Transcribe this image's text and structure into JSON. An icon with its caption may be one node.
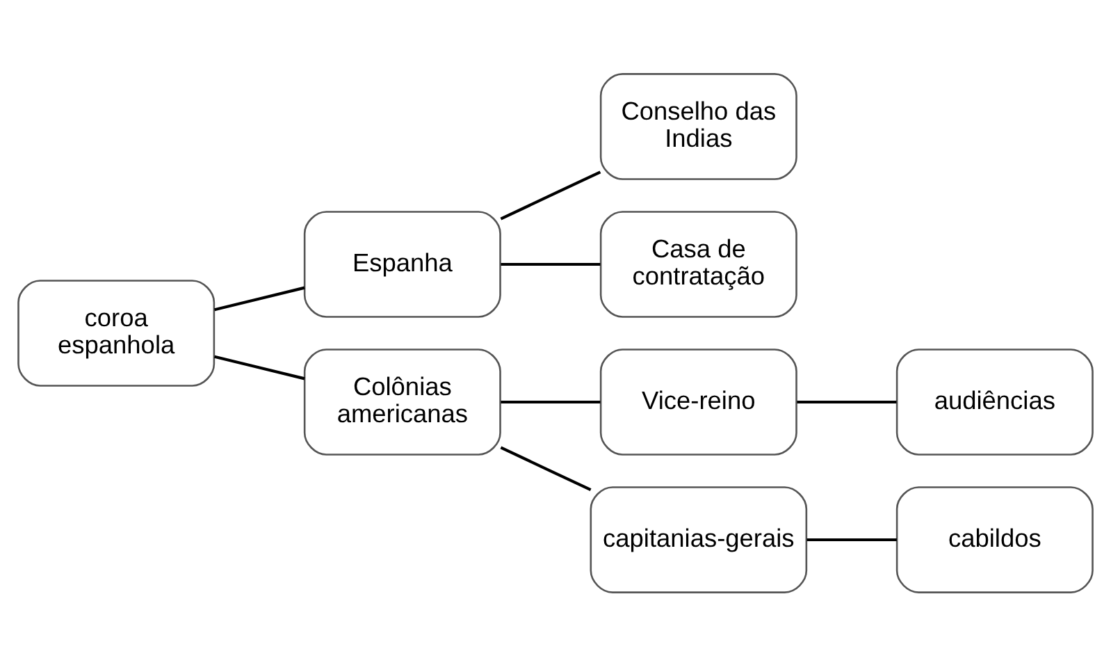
{
  "diagram": {
    "nodes": [
      {
        "text": [
          "coroa espanhola"
        ]
      },
      {
        "text": [
          "Espanha"
        ]
      },
      {
        "text": [
          "Colônias americanas"
        ]
      },
      {
        "text": [
          "Conselho das Indias"
        ]
      },
      {
        "text": [
          "Casa de contratação"
        ]
      },
      {
        "text": [
          "Vice-reino"
        ]
      },
      {
        "text": [
          "capitanias-gerais"
        ]
      },
      {
        "text": [
          "audiências"
        ]
      },
      {
        "text": [
          "cabildos"
        ]
      }
    ],
    "edges": [
      {
        "from": 0,
        "to": 1,
        "arrow": "none"
      },
      {
        "from": 0,
        "to": 2,
        "arrow": "none"
      },
      {
        "from": 1,
        "to": 3,
        "arrow": "none"
      },
      {
        "from": 1,
        "to": 4,
        "arrow": "none"
      },
      {
        "from": 2,
        "to": 5,
        "arrow": "none"
      },
      {
        "from": 2,
        "to": 6,
        "arrow": "none"
      },
      {
        "from": 5,
        "to": 7,
        "arrow": "none"
      },
      {
        "from": 6,
        "to": 8,
        "arrow": "none"
      }
    ]
  }
}
